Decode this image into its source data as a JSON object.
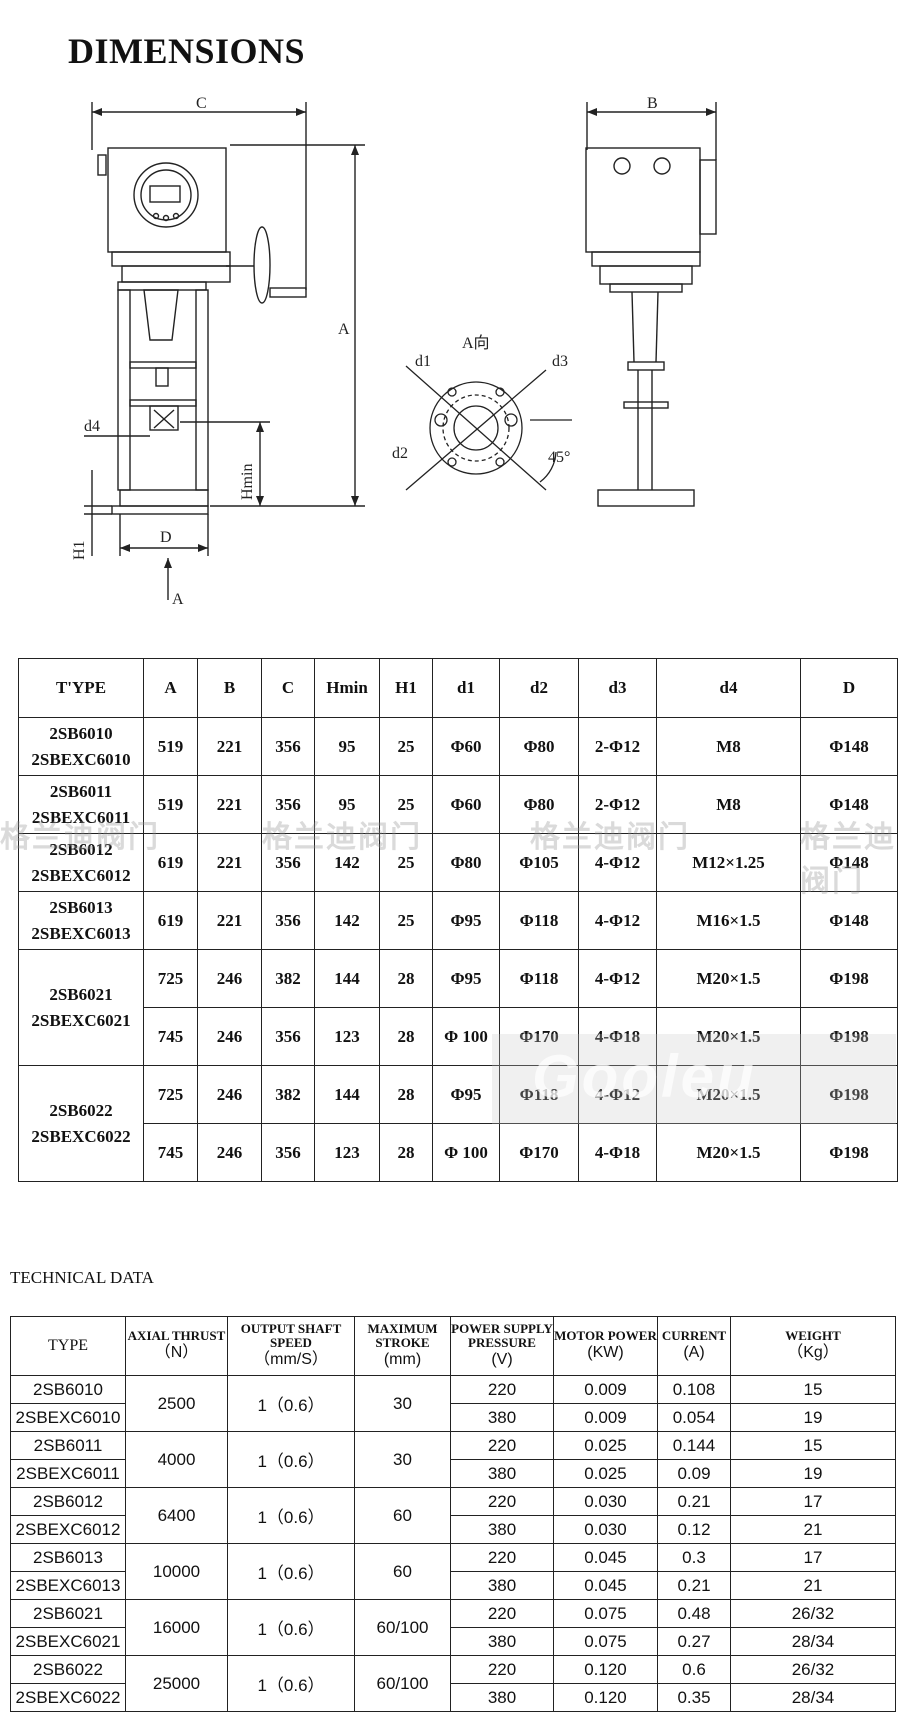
{
  "title": "DIMENSIONS",
  "drawing_labels": {
    "c": "C",
    "b": "B",
    "a": "A",
    "d4": "d4",
    "hmin": "Hmin",
    "h1": "H1",
    "d": "D",
    "arrow_a": "A",
    "view": "A向",
    "d1": "d1",
    "d2": "d2",
    "d3": "d3",
    "angle": "45°"
  },
  "dimensions_table": {
    "headers": [
      "T'YPE",
      "A",
      "B",
      "C",
      "Hmin",
      "H1",
      "d1",
      "d2",
      "d3",
      "d4",
      "D"
    ],
    "rows": [
      {
        "type": "2SB6010 2SBEXC6010",
        "vals": [
          "519",
          "221",
          "356",
          "95",
          "25",
          "Φ60",
          "Φ80",
          "2-Φ12",
          "M8",
          "Φ148"
        ]
      },
      {
        "type": "2SB6011 2SBEXC6011",
        "vals": [
          "519",
          "221",
          "356",
          "95",
          "25",
          "Φ60",
          "Φ80",
          "2-Φ12",
          "M8",
          "Φ148"
        ]
      },
      {
        "type": "2SB6012 2SBEXC6012",
        "vals": [
          "619",
          "221",
          "356",
          "142",
          "25",
          "Φ80",
          "Φ105",
          "4-Φ12",
          "M12×1.25",
          "Φ148"
        ]
      },
      {
        "type": "2SB6013 2SBEXC6013",
        "vals": [
          "619",
          "221",
          "356",
          "142",
          "25",
          "Φ95",
          "Φ118",
          "4-Φ12",
          "M16×1.5",
          "Φ148"
        ]
      },
      {
        "type": "2SB6021 2SBEXC6021",
        "sub": [
          [
            "725",
            "246",
            "382",
            "144",
            "28",
            "Φ95",
            "Φ118",
            "4-Φ12",
            "M20×1.5",
            "Φ198"
          ],
          [
            "745",
            "246",
            "356",
            "123",
            "28",
            "Φ 100",
            "Φ170",
            "4-Φ18",
            "M20×1.5",
            "Φ198"
          ]
        ]
      },
      {
        "type": "2SB6022 2SBEXC6022",
        "sub": [
          [
            "725",
            "246",
            "382",
            "144",
            "28",
            "Φ95",
            "Φ118",
            "4-Φ12",
            "M20×1.5",
            "Φ198"
          ],
          [
            "745",
            "246",
            "356",
            "123",
            "28",
            "Φ 100",
            "Φ170",
            "4-Φ18",
            "M20×1.5",
            "Φ198"
          ]
        ]
      }
    ]
  },
  "watermark_text": "格兰迪阀门",
  "watermark_logo": "Gooleu",
  "technical_title": "TECHNICAL DATA",
  "technical_table": {
    "headers": [
      {
        "label": "TYPE",
        "unit": ""
      },
      {
        "label": "AXIAL THRUST",
        "unit": "（N）"
      },
      {
        "label": "OUTPUT SHAFT SPEED",
        "unit": "（mm/S）"
      },
      {
        "label": "MAXIMUM STROKE",
        "unit": "(mm)"
      },
      {
        "label": "POWER SUPPLY PRESSURE",
        "unit": "(V)"
      },
      {
        "label": "MOTOR POWER",
        "unit": "(KW)"
      },
      {
        "label": "CURRENT",
        "unit": "(A)"
      },
      {
        "label": "WEIGHT",
        "unit": "（Kg）"
      }
    ],
    "groups": [
      {
        "types": [
          "2SB6010",
          "2SBEXC6010"
        ],
        "thrust": "2500",
        "speed": "1（0.6）",
        "stroke": "30",
        "rows": [
          [
            "220",
            "0.009",
            "0.108",
            "15"
          ],
          [
            "380",
            "0.009",
            "0.054",
            "19"
          ]
        ]
      },
      {
        "types": [
          "2SB6011",
          "2SBEXC6011"
        ],
        "thrust": "4000",
        "speed": "1（0.6）",
        "stroke": "30",
        "rows": [
          [
            "220",
            "0.025",
            "0.144",
            "15"
          ],
          [
            "380",
            "0.025",
            "0.09",
            "19"
          ]
        ]
      },
      {
        "types": [
          "2SB6012",
          "2SBEXC6012"
        ],
        "thrust": "6400",
        "speed": "1（0.6）",
        "stroke": "60",
        "rows": [
          [
            "220",
            "0.030",
            "0.21",
            "17"
          ],
          [
            "380",
            "0.030",
            "0.12",
            "21"
          ]
        ]
      },
      {
        "types": [
          "2SB6013",
          "2SBEXC6013"
        ],
        "thrust": "10000",
        "speed": "1（0.6）",
        "stroke": "60",
        "rows": [
          [
            "220",
            "0.045",
            "0.3",
            "17"
          ],
          [
            "380",
            "0.045",
            "0.21",
            "21"
          ]
        ]
      },
      {
        "types": [
          "2SB6021",
          "2SBEXC6021"
        ],
        "thrust": "16000",
        "speed": "1（0.6）",
        "stroke": "60/100",
        "rows": [
          [
            "220",
            "0.075",
            "0.48",
            "26/32"
          ],
          [
            "380",
            "0.075",
            "0.27",
            "28/34"
          ]
        ]
      },
      {
        "types": [
          "2SB6022",
          "2SBEXC6022"
        ],
        "thrust": "25000",
        "speed": "1（0.6）",
        "stroke": "60/100",
        "rows": [
          [
            "220",
            "0.120",
            "0.6",
            "26/32"
          ],
          [
            "380",
            "0.120",
            "0.35",
            "28/34"
          ]
        ]
      }
    ]
  }
}
